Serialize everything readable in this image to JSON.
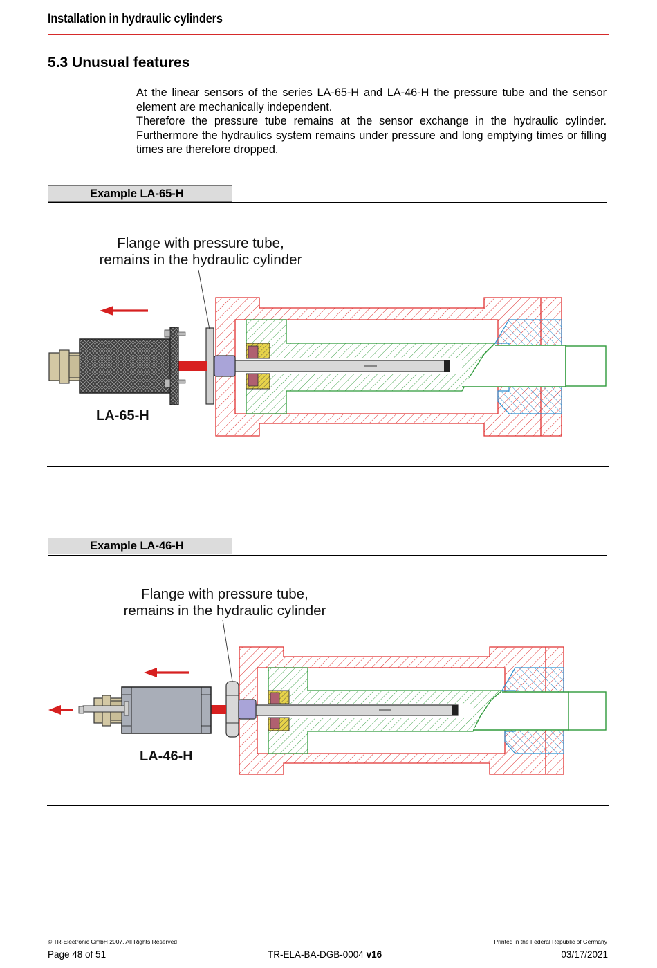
{
  "header": {
    "title": "Installation in hydraulic cylinders"
  },
  "section": {
    "title": "5.3 Unusual features"
  },
  "body": {
    "paragraphs": [
      "At the linear sensors of the series LA-65-H and LA-46-H the pressure tube and the sensor element are mechanically independent.",
      "Therefore the pressure tube remains at the sensor exchange in the hydraulic cylinder. Furthermore the hydraulics system remains under pressure and long emptying times or filling times are therefore dropped."
    ]
  },
  "examples": [
    {
      "heading": "Example LA-65-H",
      "callout_line1": "Flange with pressure tube,",
      "callout_line2": "remains in the hydraulic cylinder",
      "model": "LA-65-H"
    },
    {
      "heading": "Example LA-46-H",
      "callout_line1": "Flange with pressure tube,",
      "callout_line2": "remains in the hydraulic cylinder",
      "model": "LA-46-H"
    }
  ],
  "colors": {
    "header_rule": "#d62a2a",
    "cylinder_hatch": "#e03030",
    "piston_hatch": "#2e9a3a",
    "head_hatch": "#2f8fd0",
    "arrow": "#d62020"
  },
  "footer": {
    "copyright": "© TR-Electronic GmbH 2007, All Rights Reserved",
    "printed": "Printed in the Federal Republic of Germany",
    "page": "Page 48 of 51",
    "doc_id": "TR-ELA-BA-DGB-0004",
    "doc_version": "v16",
    "date": "03/17/2021"
  }
}
